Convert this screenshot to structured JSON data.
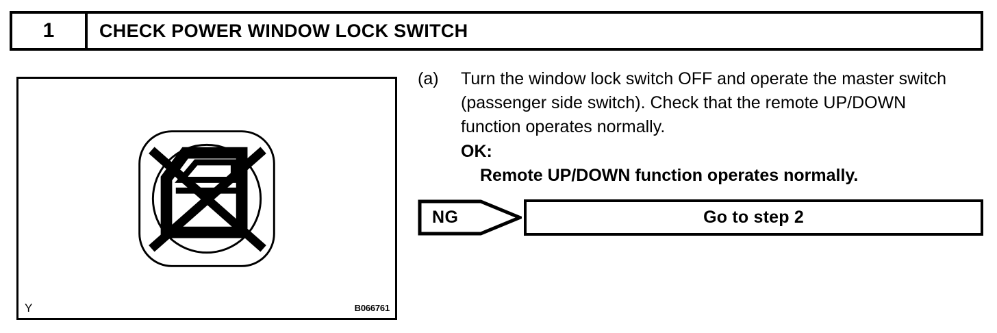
{
  "step": {
    "number": "1",
    "title": "CHECK POWER WINDOW LOCK SWITCH"
  },
  "figure": {
    "caption_left": "Y",
    "figure_id": "B066761",
    "icon_name": "window-lock-switch-icon"
  },
  "instruction": {
    "marker": "(a)",
    "text": "Turn the window lock switch OFF and operate the master switch (passenger side switch). Check that the remote UP/DOWN function operates normally.",
    "ok_label": "OK:",
    "ok_value": "Remote UP/DOWN function operates normally."
  },
  "result": {
    "ng_label": "NG",
    "action": "Go to step 2"
  },
  "colors": {
    "ink": "#000000",
    "background": "#ffffff"
  }
}
